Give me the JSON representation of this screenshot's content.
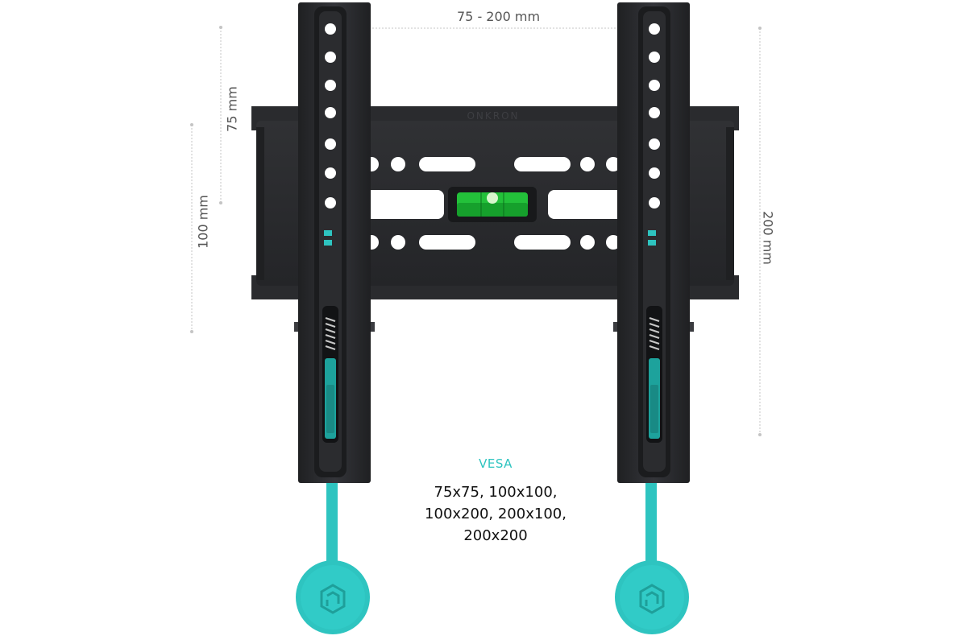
{
  "dimensions": {
    "horizontal_label": "75 - 200 mm",
    "vertical_small_label": "75 mm",
    "vertical_medium_label": "100 mm",
    "vertical_large_label": "200 mm"
  },
  "brand_mark": "ONKRON",
  "vesa": {
    "title": "VESA",
    "sizes": [
      "75x75, 100x100,",
      "100x200, 200x100,",
      "200x200"
    ]
  },
  "colors": {
    "accent": "#2ec4c0",
    "bracket": "#2b2c2e",
    "bracket_dark": "#1c1d1f",
    "level": "#25c13a",
    "dim_line": "#bbbbbb"
  },
  "icons": [
    "bubble-level-icon",
    "pull-cord-icon",
    "logo-tab-icon"
  ]
}
